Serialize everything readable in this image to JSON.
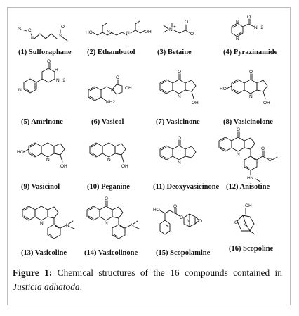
{
  "figure": {
    "compounds": [
      {
        "label": "(1) Sulforaphane"
      },
      {
        "label": "(2) Ethambutol"
      },
      {
        "label": "(3) Betaine"
      },
      {
        "label": "(4) Pyrazinamide"
      },
      {
        "label": "(5) Amrinone"
      },
      {
        "label": "(6) Vasicol"
      },
      {
        "label": "(7) Vasicinone"
      },
      {
        "label": "(8) Vasicinolone"
      },
      {
        "label": "(9) Vasicinol"
      },
      {
        "label": "(10) Peganine"
      },
      {
        "label": "(11) Deoxyvasicinone"
      },
      {
        "label": "(12) Anisotine"
      },
      {
        "label": "(13) Vasicoline"
      },
      {
        "label": "(14) Vasicolinone"
      },
      {
        "label": "(15) Scopolamine"
      },
      {
        "label": "(16) Scopoline"
      }
    ],
    "atoms": {
      "s": "S",
      "c": "C",
      "n": "N",
      "s2": "S",
      "o": "O",
      "ho": "HO",
      "oh": "OH",
      "nh": "N",
      "h": "H",
      "nplus": "N",
      "plus": "+",
      "ominus": "O",
      "minus": "-",
      "nh2": "NH2",
      "nh3": "NH2",
      "oo": "O",
      "h2n": "HN"
    }
  },
  "caption": {
    "lead": "Figure 1:",
    "text": " Chemical structures of the 16 compounds contained in ",
    "species": "Justicia adhatoda",
    "end": "."
  }
}
